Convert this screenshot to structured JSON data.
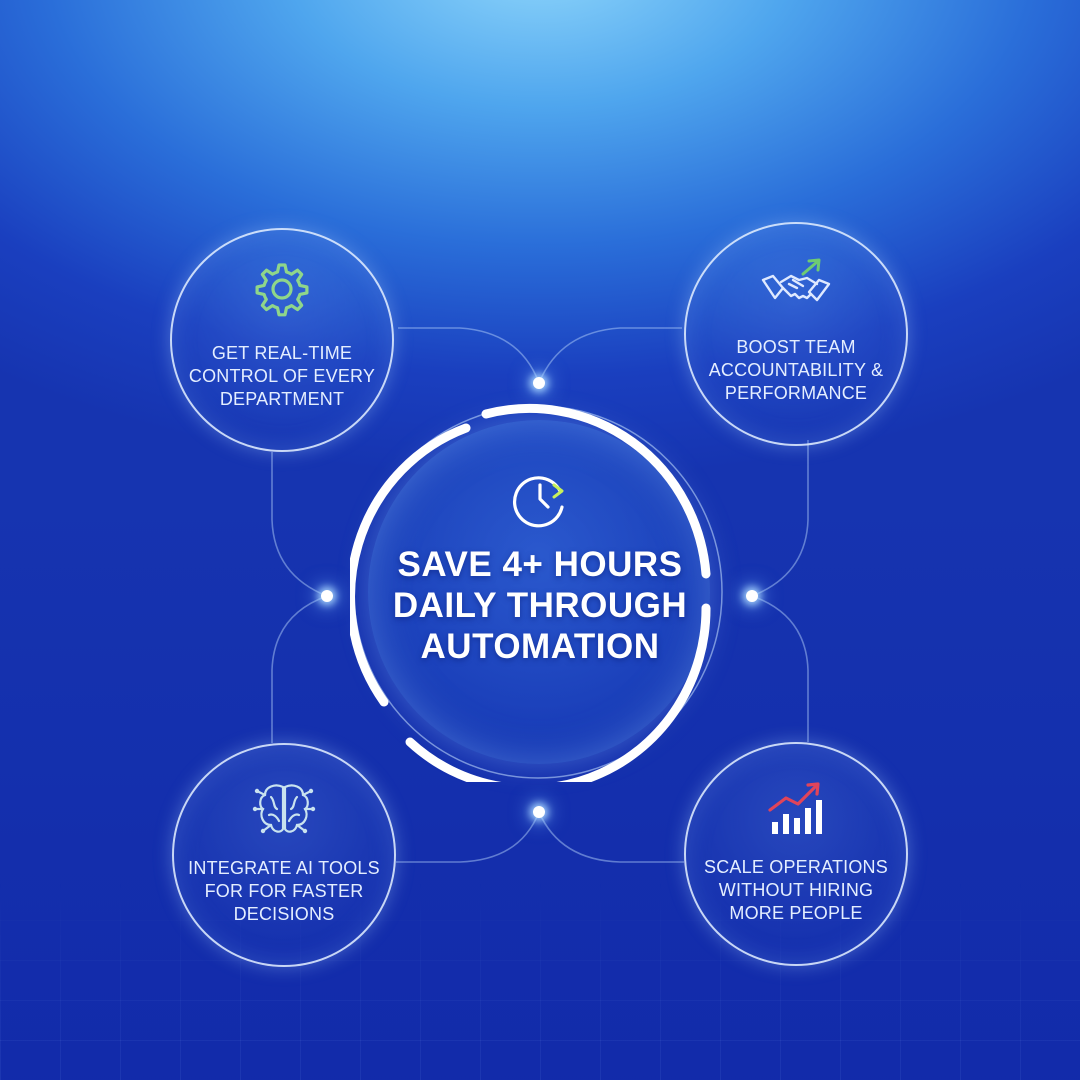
{
  "center": {
    "title": "SAVE 4+ HOURS\nDAILY THROUGH\nAUTOMATION",
    "icon": "clock-refresh-icon"
  },
  "benefits": [
    {
      "label": "GET REAL-TIME\nCONTROL OF EVERY\nDEPARTMENT",
      "icon": "gear-icon"
    },
    {
      "label": "BOOST TEAM\nACCOUNTABILITY &\nPERFORMANCE",
      "icon": "handshake-growth-icon"
    },
    {
      "label": "INTEGRATE AI TOOLS\nFOR FOR FASTER\nDECISIONS",
      "icon": "ai-brain-icon"
    },
    {
      "label": "SCALE OPERATIONS\nWITHOUT HIRING\nMORE PEOPLE",
      "icon": "growth-chart-icon"
    }
  ],
  "colors": {
    "background_top": "#8fd6fb",
    "background_bottom": "#1634b0",
    "ring": "#e1eeff",
    "gear_icon": "#8fd68a",
    "handshake_arrow": "#6ecb73",
    "chart_arrow": "#e0445a",
    "text": "#e4eeff"
  }
}
